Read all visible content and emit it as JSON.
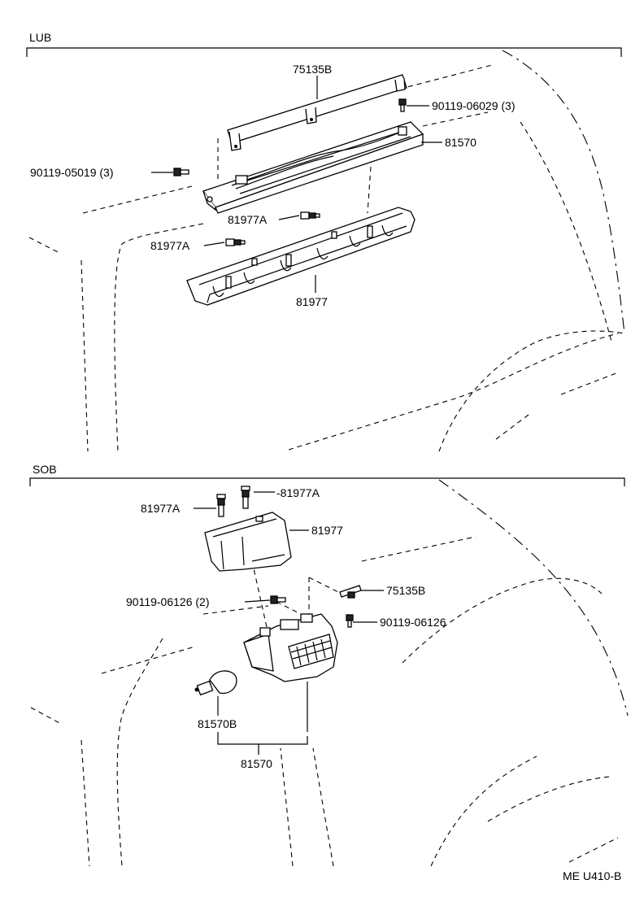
{
  "sections": {
    "top": {
      "title": "LUB"
    },
    "bottom": {
      "title": "SOB"
    }
  },
  "labels": {
    "top_75135B": "75135B",
    "top_90119_06029": "90119-06029 (3)",
    "top_81570": "81570",
    "top_90119_05019": "90119-05019 (3)",
    "top_81977A_1": "81977A",
    "top_81977A_2": "81977A",
    "top_81977": "81977",
    "bot_81977A_left": "81977A",
    "bot_81977A_right": "-81977A",
    "bot_81977": "81977",
    "bot_90119_06126_2": "90119-06126 (2)",
    "bot_75135B": "75135B",
    "bot_90119_06126": "90119-06126",
    "bot_81570B": "81570B",
    "bot_81570": "81570"
  },
  "figure_code": "ME U410-B"
}
